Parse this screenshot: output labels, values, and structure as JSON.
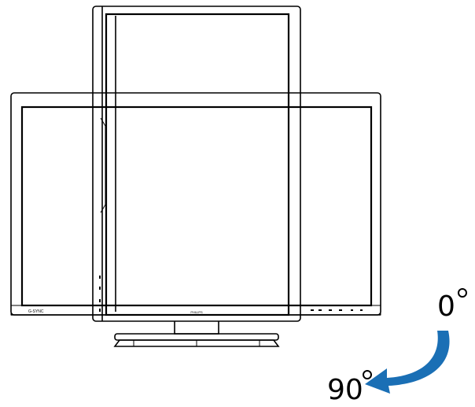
{
  "angles": {
    "start_label": "0",
    "end_label": "90"
  },
  "monitor": {
    "brand_text": "PHILIPS",
    "sync_text": "G-SYNC"
  },
  "colors": {
    "outline": "#000000",
    "arrow": "#1a6fb5",
    "background": "#ffffff"
  },
  "icons": [
    "degree-symbol",
    "rotation-arrow-icon"
  ]
}
